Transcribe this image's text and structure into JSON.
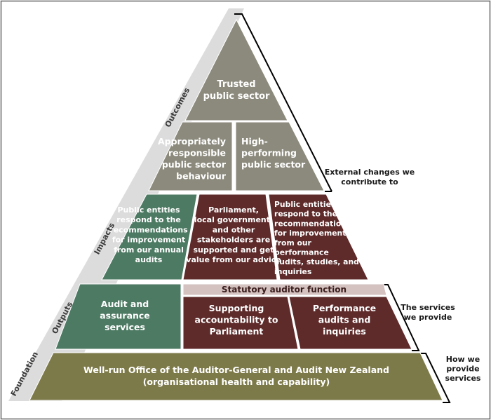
{
  "colors": {
    "grey": "#8c8a7c",
    "green": "#4d7a63",
    "maroon": "#5e2a2a",
    "olive": "#7d7a4a",
    "band": "#d3c2c0",
    "band_text": "#3a1c1c",
    "side_strip": "#dcdcdc",
    "side_text": "#3a3a3a",
    "border": "#666666",
    "white": "#ffffff"
  },
  "levels": {
    "outcomes": "Outcomes",
    "impacts": "Impacts",
    "outputs": "Outputs",
    "foundation": "Foundation"
  },
  "outcomes": {
    "top": [
      "Trusted",
      "public sector"
    ],
    "left": [
      "Appropriately",
      "responsible",
      "public sector",
      "behaviour"
    ],
    "right": [
      "High-",
      "performing",
      "public sector"
    ]
  },
  "impacts": {
    "left": [
      "Public entities",
      "respond to the",
      "recommendations",
      "for improvement",
      "from our annual",
      "audits"
    ],
    "middle": [
      "Parliament,",
      "local government,",
      "and other",
      "stakeholders are",
      "supported and get",
      "value from our advice"
    ],
    "right": [
      "Public entities",
      "respond to the",
      "recommendations",
      "for improvement",
      "from our",
      "performance",
      "audits, studies, and",
      "inquiries"
    ]
  },
  "outputs": {
    "band": "Statutory auditor function",
    "left": [
      "Audit and",
      "assurance",
      "services"
    ],
    "middle": [
      "Supporting",
      "accountability to",
      "Parliament"
    ],
    "right": [
      "Performance",
      "audits and",
      "inquiries"
    ]
  },
  "foundation": {
    "lines": [
      "Well-run Office of the Auditor-General and Audit New Zealand",
      "(organisational health and capability)"
    ]
  },
  "annotations": {
    "external": [
      "External changes we",
      "contribute to"
    ],
    "services": [
      "The services",
      "we provide"
    ],
    "how": [
      "How we",
      "provide",
      "services"
    ]
  }
}
